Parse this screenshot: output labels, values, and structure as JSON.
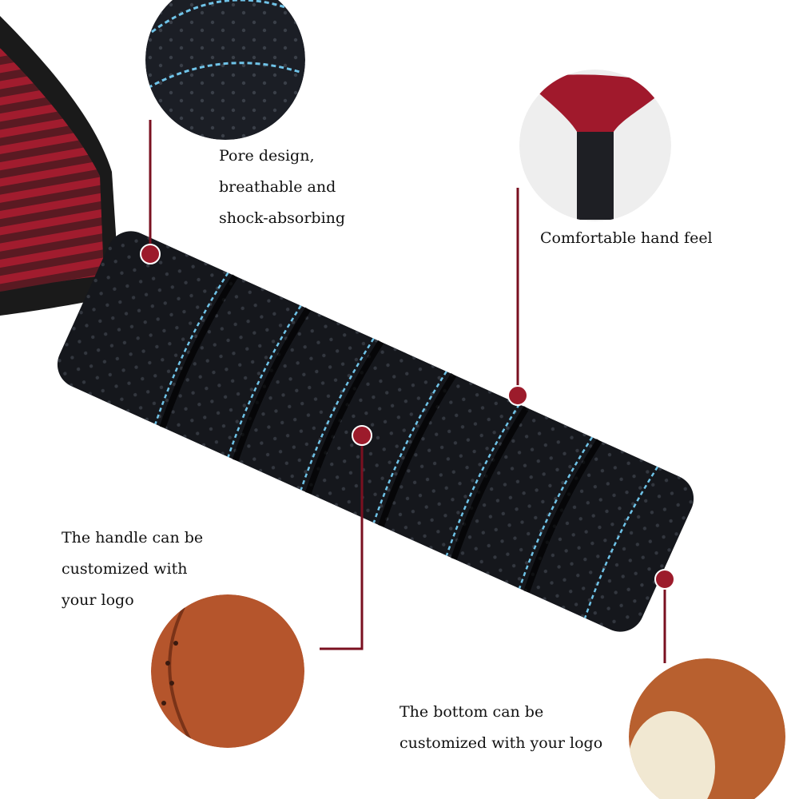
{
  "captions": {
    "pore": [
      "Pore design,",
      "breathable and",
      "shock-absorbing"
    ],
    "comfort": [
      "Comfortable hand feel"
    ],
    "handle": [
      "The handle can be",
      "customized with",
      "your logo"
    ],
    "bottom": [
      "The bottom can be",
      "customized with your logo"
    ]
  },
  "colors": {
    "accent": "#7a1020",
    "grip": "#15171c",
    "stitch": "#6fc3e8",
    "paddle_red": "#9c1b2b",
    "leather": "#b5552c"
  }
}
